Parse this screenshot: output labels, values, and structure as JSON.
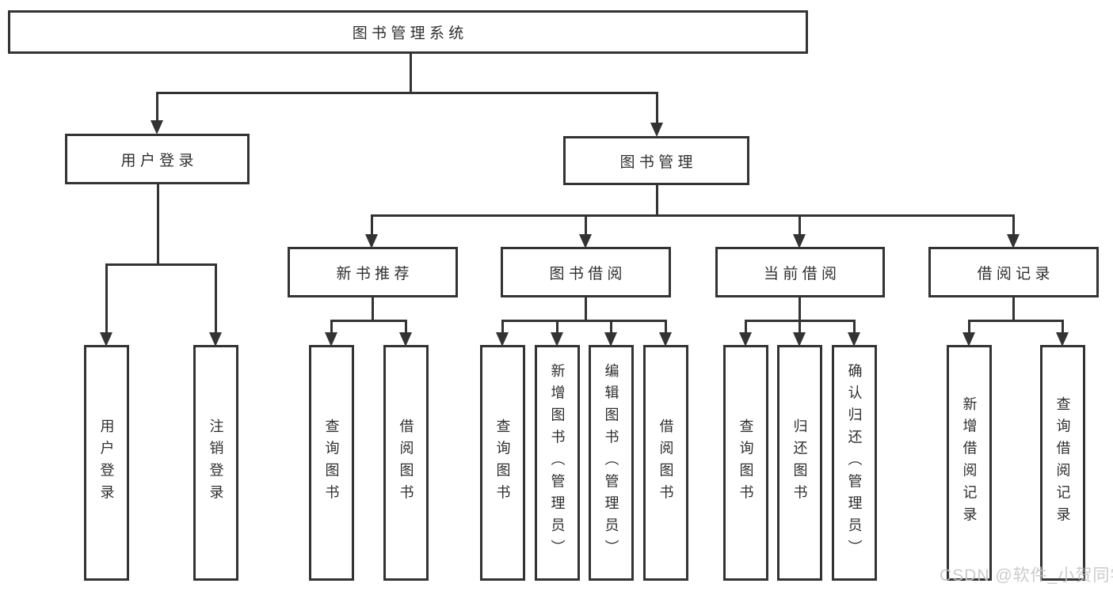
{
  "tree": {
    "root": {
      "label": "图书管理系统"
    },
    "children": [
      {
        "label": "用户登录",
        "children": [
          {
            "label": "用户登录"
          },
          {
            "label": "注销登录"
          }
        ]
      },
      {
        "label": "图书管理",
        "children": [
          {
            "label": "新书推荐",
            "children": [
              {
                "label": "查询图书"
              },
              {
                "label": "借阅图书"
              }
            ]
          },
          {
            "label": "图书借阅",
            "children": [
              {
                "label": "查询图书"
              },
              {
                "label": "新增图书（管理员）"
              },
              {
                "label": "编辑图书（管理员）"
              },
              {
                "label": "借阅图书"
              }
            ]
          },
          {
            "label": "当前借阅",
            "children": [
              {
                "label": "查询图书"
              },
              {
                "label": "归还图书"
              },
              {
                "label": "确认归还（管理员）"
              }
            ]
          },
          {
            "label": "借阅记录",
            "children": [
              {
                "label": "新增借阅记录"
              },
              {
                "label": "查询借阅记录"
              }
            ]
          }
        ]
      }
    ]
  },
  "watermark": {
    "text": "CSDN @软件_小贺同学"
  },
  "colors": {
    "line": "#333333",
    "text": "#2f2f2f",
    "watermark": "#c6c6c6",
    "background": "#ffffff"
  }
}
